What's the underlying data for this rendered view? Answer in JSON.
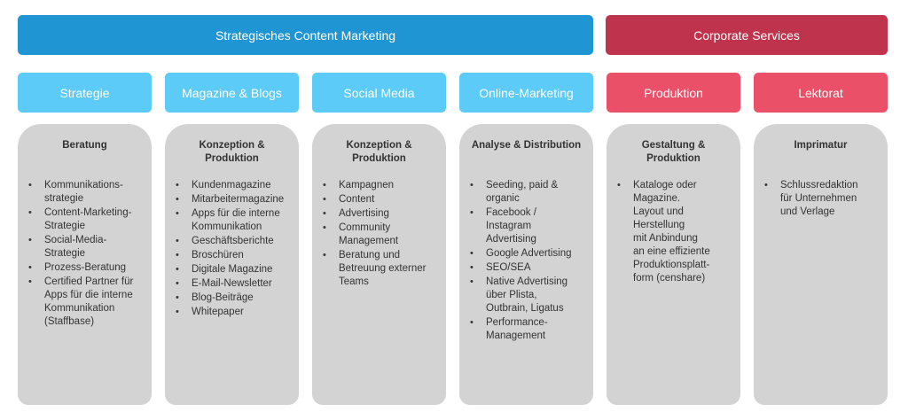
{
  "bands": {
    "content": "Strategisches Content Marketing",
    "corporate": "Corporate Services"
  },
  "colors": {
    "content_band": "#1f96d3",
    "content_tab": "#5ccbf7",
    "corporate_band": "#c0334d",
    "corporate_tab": "#ea5169",
    "card": "#d3d3d3"
  },
  "columns": [
    {
      "tab": "Strategie",
      "card_title": "Beratung",
      "items": [
        "Kommunikations-\nstrategie",
        "Content-Marketing-\nStrategie",
        "Social-Media-\nStrategie",
        "Prozess-Beratung",
        "Certified Partner für\nApps für die interne\nKommunikation\n(Staffbase)"
      ]
    },
    {
      "tab": "Magazine & Blogs",
      "card_title": "Konzeption &\nProduktion",
      "items": [
        "Kundenmagazine",
        "Mitarbeitermagazine",
        "Apps für die interne\nKommunikation",
        "Geschäftsberichte",
        "Broschüren",
        "Digitale Magazine",
        "E-Mail-Newsletter",
        "Blog-Beiträge",
        "Whitepaper"
      ]
    },
    {
      "tab": "Social Media",
      "card_title": "Konzeption &\nProduktion",
      "items": [
        "Kampagnen",
        "Content",
        "Advertising",
        "Community\nManagement",
        "Beratung und\nBetreuung externer\nTeams"
      ]
    },
    {
      "tab": "Online-Marketing",
      "card_title": "Analyse & Distribution",
      "items": [
        "Seeding, paid &\norganic",
        "Facebook /\nInstagram\nAdvertising",
        "Google Advertising",
        "SEO/SEA",
        "Native Advertising\nüber Plista,\nOutbrain, Ligatus",
        "Performance-\nManagement"
      ]
    },
    {
      "tab": "Produktion",
      "card_title": "Gestaltung &\nProduktion",
      "items": [
        "Kataloge oder\nMagazine.\nLayout und\nHerstellung\nmit Anbindung\nan eine effiziente\nProduktionsplatt-\nform (censhare)"
      ]
    },
    {
      "tab": "Lektorat",
      "card_title": "Imprimatur",
      "items": [
        "Schlussredaktion\nfür Unternehmen\nund Verlage"
      ]
    }
  ]
}
